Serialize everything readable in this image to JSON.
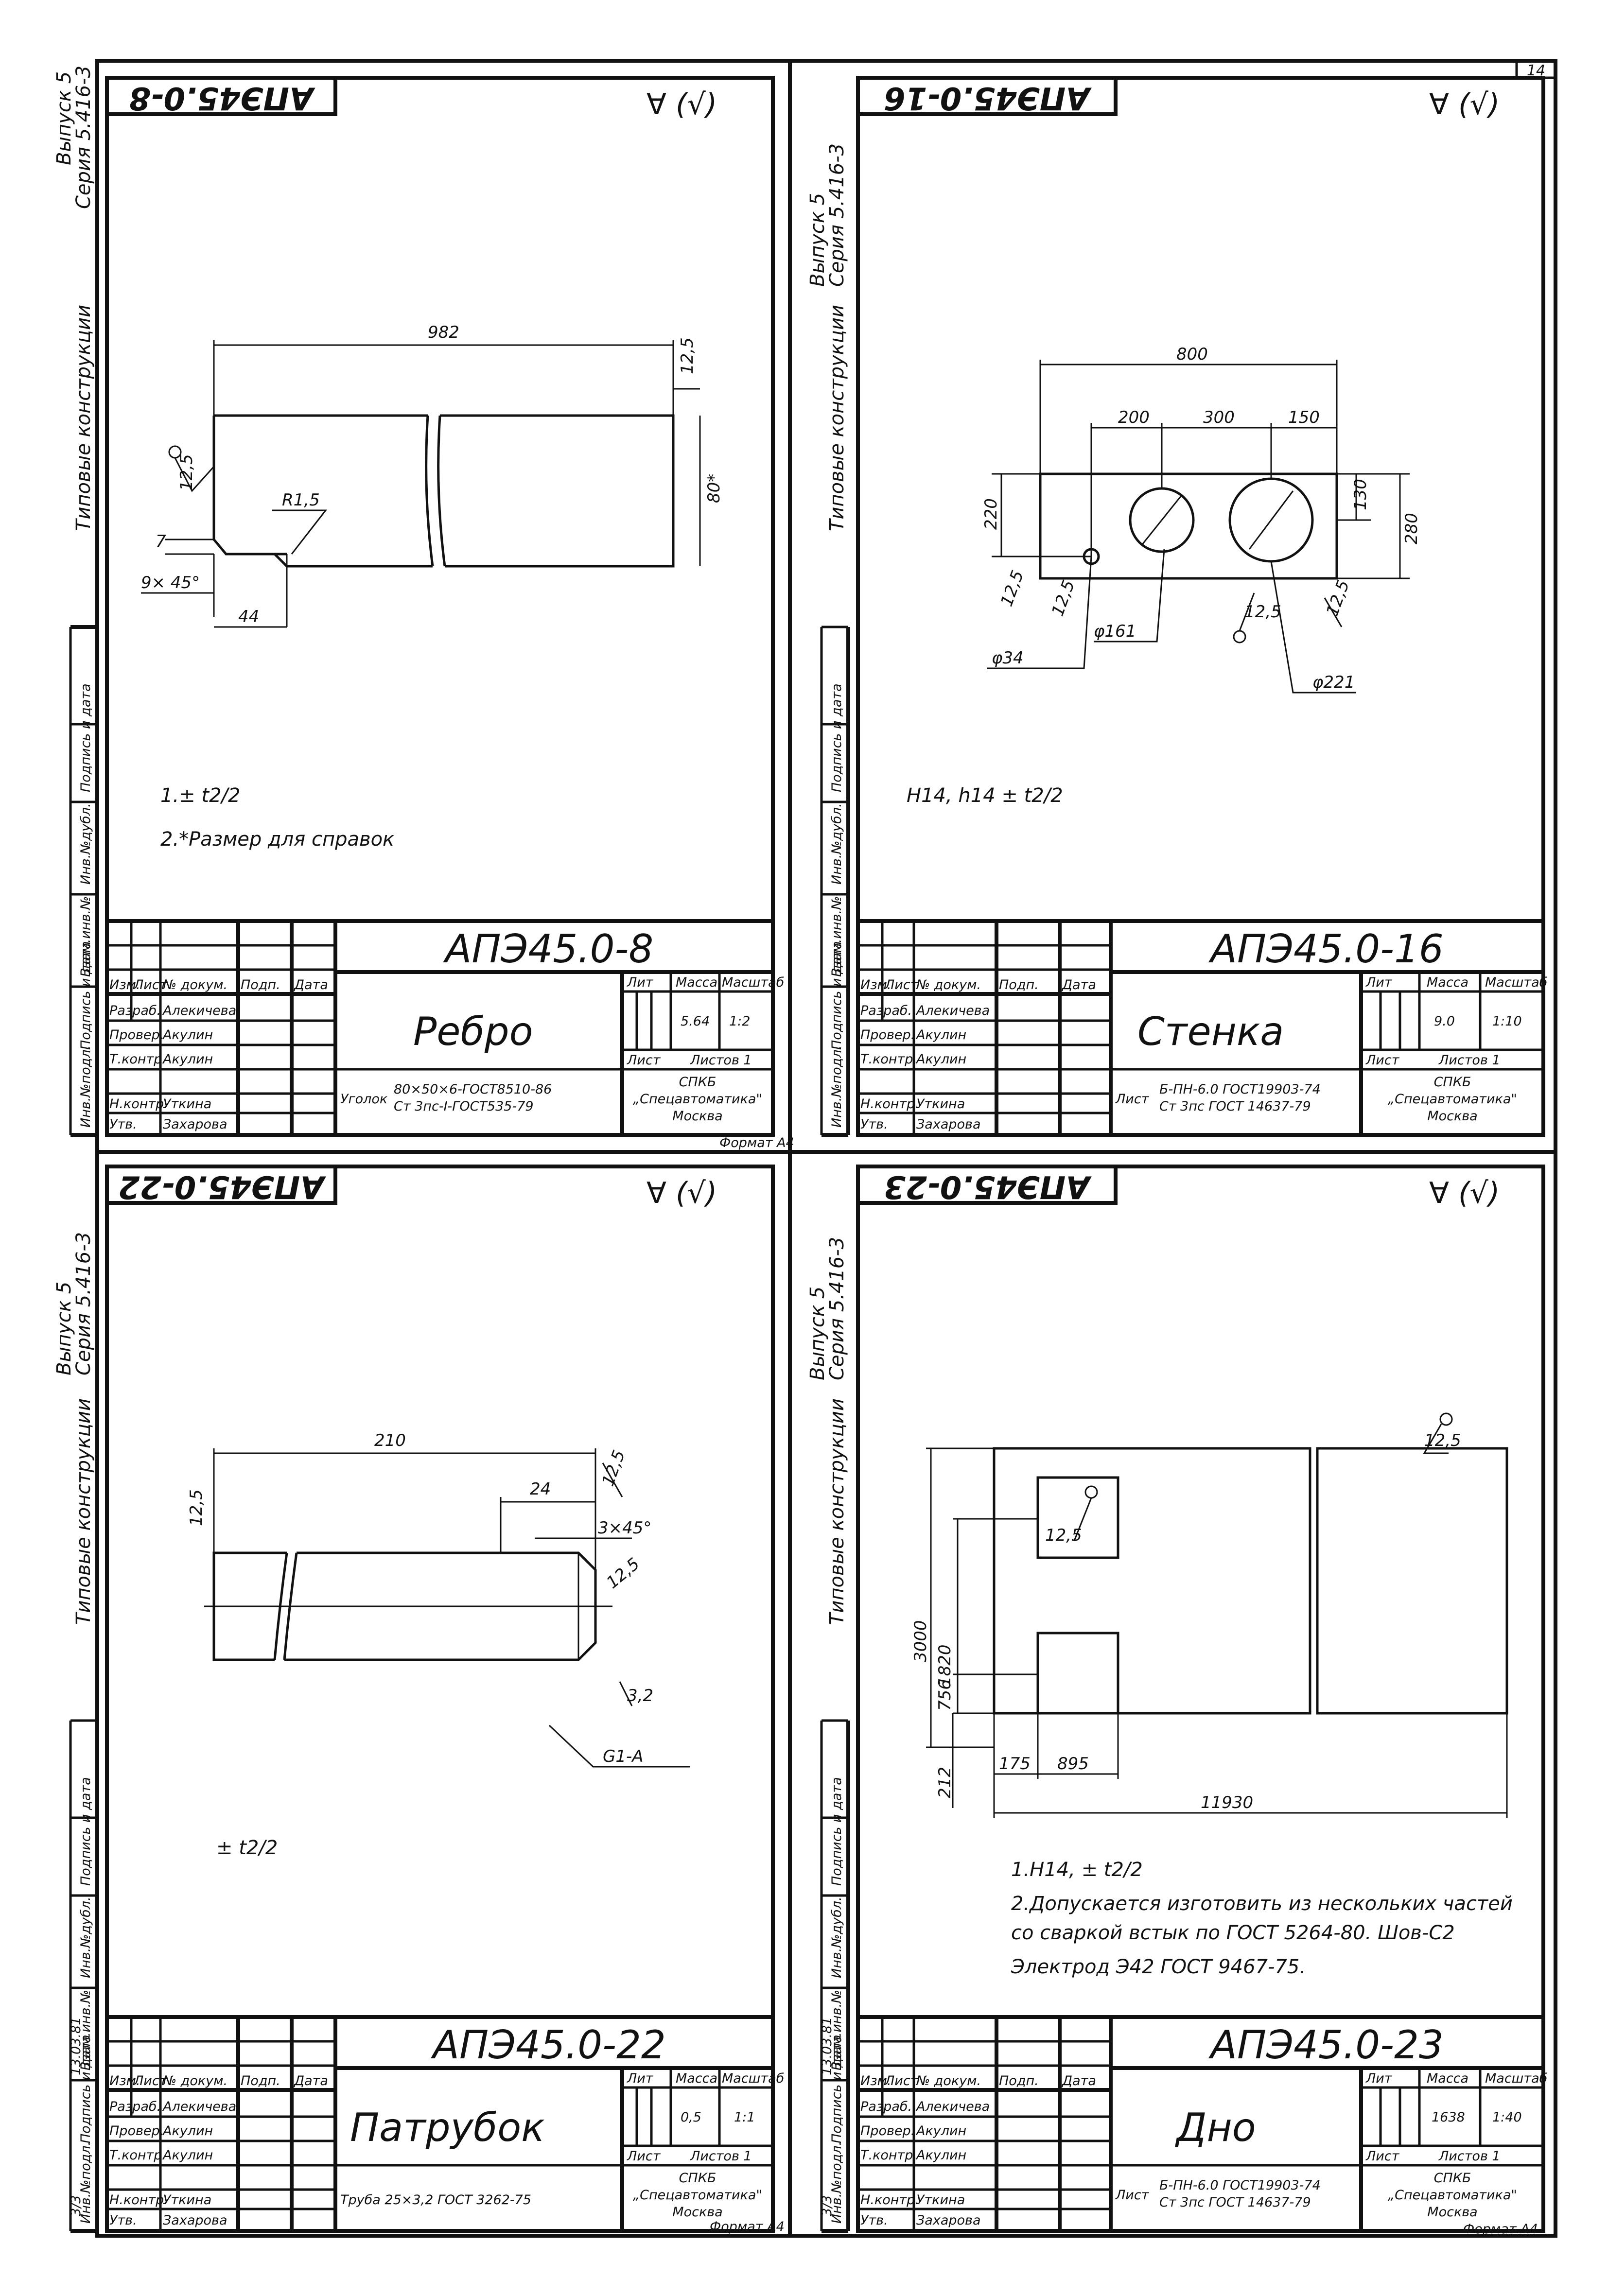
{
  "page_number": "14",
  "series_text": "Серия 5.416-3",
  "issue_text": "Выпуск 5",
  "side_title": "Типовые конструкции",
  "stamp_labels": [
    "Инв.№подл.",
    "Подпись и дата",
    "Взам.инв.№",
    "Инв.№дубл.",
    "Подпись и дата"
  ],
  "stamp_values": [
    "3/3",
    "13.03.81"
  ],
  "roughness_mark": "∀ (√)",
  "tb_headers": {
    "izm": "Изм.",
    "list": "Лист",
    "doc": "№ докум.",
    "sign": "Подп.",
    "date": "Дата",
    "lit": "Лит",
    "mass": "Масса",
    "scale": "Масштаб",
    "sheet": "Лист",
    "sheets": "Листов 1"
  },
  "tb_roles": [
    "Разраб.",
    "Провер.",
    "Т.контр.",
    "Н.контр.",
    "Утв."
  ],
  "tb_people": [
    "Алекичева",
    "Акулин",
    "Акулин",
    "Уткина",
    "Захарова"
  ],
  "tb_org": [
    "СПКБ",
    "„Спецавтоматика\"",
    "Москва"
  ],
  "tb_format": "Формат А4",
  "drawings": [
    {
      "code": "АПЭ45.0-8",
      "name": "Ребро",
      "mass": "5.64",
      "scale": "1:2",
      "material1": "Уголок",
      "material2": "80×50×6-ГОСТ8510-86",
      "material3": "Ст 3пс-Ⅰ-ГОСТ535-79",
      "dims": {
        "length": "982",
        "rough_top": "12,5",
        "rough_left": "12,5",
        "radius": "R1,5",
        "chamfer": "9× 45°",
        "seven": "7",
        "offset": "44",
        "height": "80*"
      },
      "notes": [
        "1.± t2/2",
        "2.*Размер для справок"
      ]
    },
    {
      "code": "АПЭ45.0-16",
      "name": "Стенка",
      "mass": "9.0",
      "scale": "1:10",
      "material1": "Лист",
      "material2": "Б-ПН-6.0 ГОСТ19903-74",
      "material3": "Ст 3пс ГОСТ 14637-79",
      "dims": {
        "width": "800",
        "d1": "200",
        "d2": "300",
        "d3": "150",
        "h1": "220",
        "h2": "130",
        "h3": "280",
        "r1": "12,5",
        "r2": "12,5",
        "r3": "12,5",
        "r4": "12,5",
        "phi_small": "φ34",
        "phi_mid": "φ161",
        "phi_big": "φ221"
      },
      "notes": [
        "H14, h14 ± t2/2"
      ]
    },
    {
      "code": "АПЭ45.0-22",
      "name": "Патрубок",
      "mass": "0,5",
      "scale": "1:1",
      "material1": "Труба 25×3,2 ГОСТ 3262-75",
      "material2": "",
      "material3": "",
      "dims": {
        "length": "210",
        "end": "24",
        "chamfer": "3×45°",
        "rough_top": "12,5",
        "rough_left": "12,5",
        "rough_mid": "12,5",
        "rough_bottom": "3,2",
        "weld": "G1-A"
      },
      "notes": [
        "± t2/2"
      ]
    },
    {
      "code": "АПЭ45.0-23",
      "name": "Дно",
      "mass": "1638",
      "scale": "1:40",
      "material1": "Лист",
      "material2": "Б-ПН-6.0 ГОСТ19903-74",
      "material3": "Ст 3пс ГОСТ 14637-79",
      "dims": {
        "height": "3000",
        "h1": "1820",
        "h2": "756",
        "h3": "212",
        "w1": "175",
        "w2": "895",
        "total": "11930",
        "rough_corner": "12,5",
        "rough_box": "12,5"
      },
      "notes": [
        "1.H14, ± t2/2",
        "2.Допускается изготовить из нескольких частей",
        "со сваркой встык по ГОСТ 5264-80. Шов-С2",
        "Электрод Э42 ГОСТ 9467-75."
      ]
    }
  ]
}
